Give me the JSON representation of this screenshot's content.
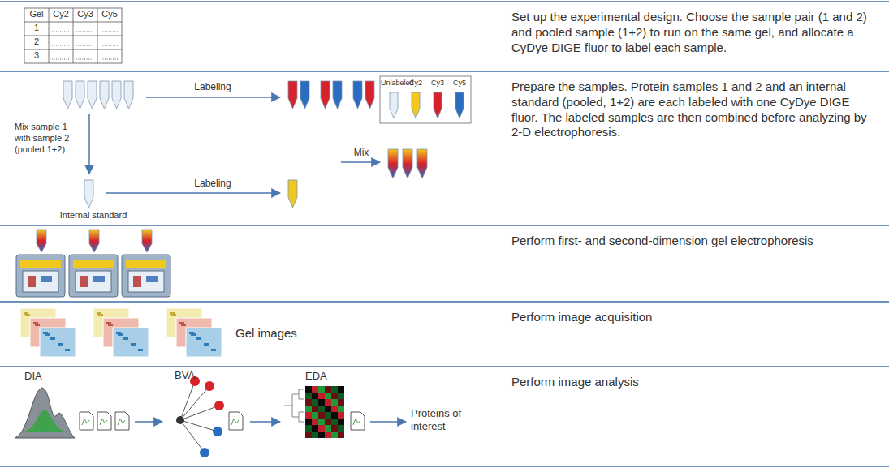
{
  "diagram": {
    "labels": [
      "Gel",
      "Cy2",
      "Cy3",
      "Cy5",
      "1",
      "2",
      "3",
      "Set up the experimental design. Choose the sample pair (1 and 2) and pooled sample (1+2) to run on the same gel, and allocate a CyDye DIGE fluor to label each sample.",
      "Labeling",
      "Mix sample 1 with sample 2 (pooled 1+2)",
      "Labeling",
      "Internal standard",
      "Mix",
      "Prepare the samples. Protein samples 1 and 2 and an internal standard (pooled, 1+2) are each labeled with one CyDye DIGE fluor. The labeled samples are then combined before analyzing by 2-D electrophoresis.",
      "Perform first- and second-dimension gel electrophoresis",
      "Gel images",
      "Perform image acquisition",
      "DIA",
      "BVA",
      "EDA",
      "Proteins of interest",
      "Perform image analysis"
    ],
    "legend": [
      {
        "text": "Unlabeled",
        "color": "#e6eef7"
      },
      {
        "text": "Cy2",
        "color": "#f2c81e"
      },
      {
        "text": "Cy3",
        "color": "#d7212b"
      },
      {
        "text": "Cy5",
        "color": "#2a6cc0"
      }
    ]
  }
}
